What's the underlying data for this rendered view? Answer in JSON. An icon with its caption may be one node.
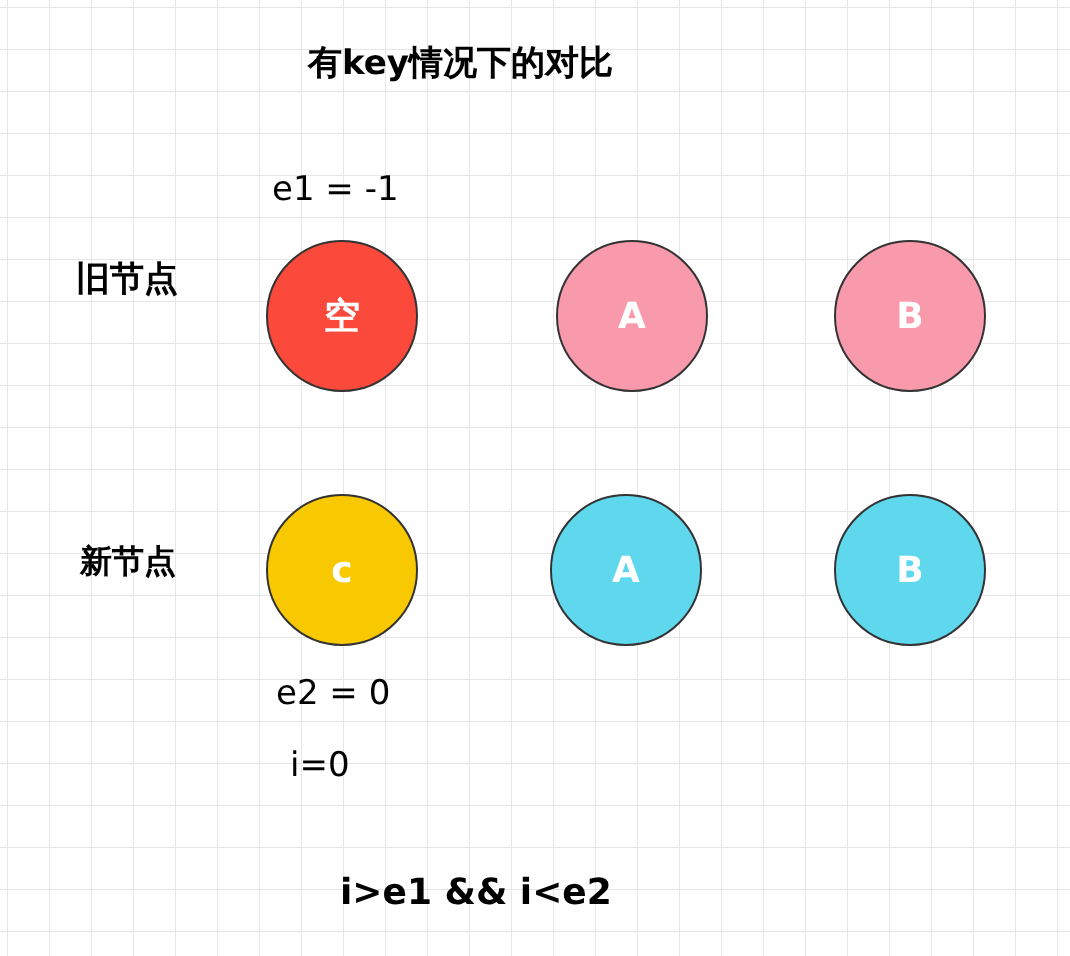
{
  "diagram": {
    "title": "有key情况下的对比",
    "nodes": [
      {
        "text": [
          "空"
        ]
      },
      {
        "text": [
          "A"
        ]
      },
      {
        "text": [
          "B"
        ]
      },
      {
        "text": [
          "c"
        ]
      },
      {
        "text": [
          "A"
        ]
      },
      {
        "text": [
          "B"
        ]
      }
    ],
    "labels": [
      "e1 = -1",
      "旧节点",
      "新节点",
      "e2 = 0",
      "i=0",
      "i>e1 && i<e2"
    ]
  }
}
